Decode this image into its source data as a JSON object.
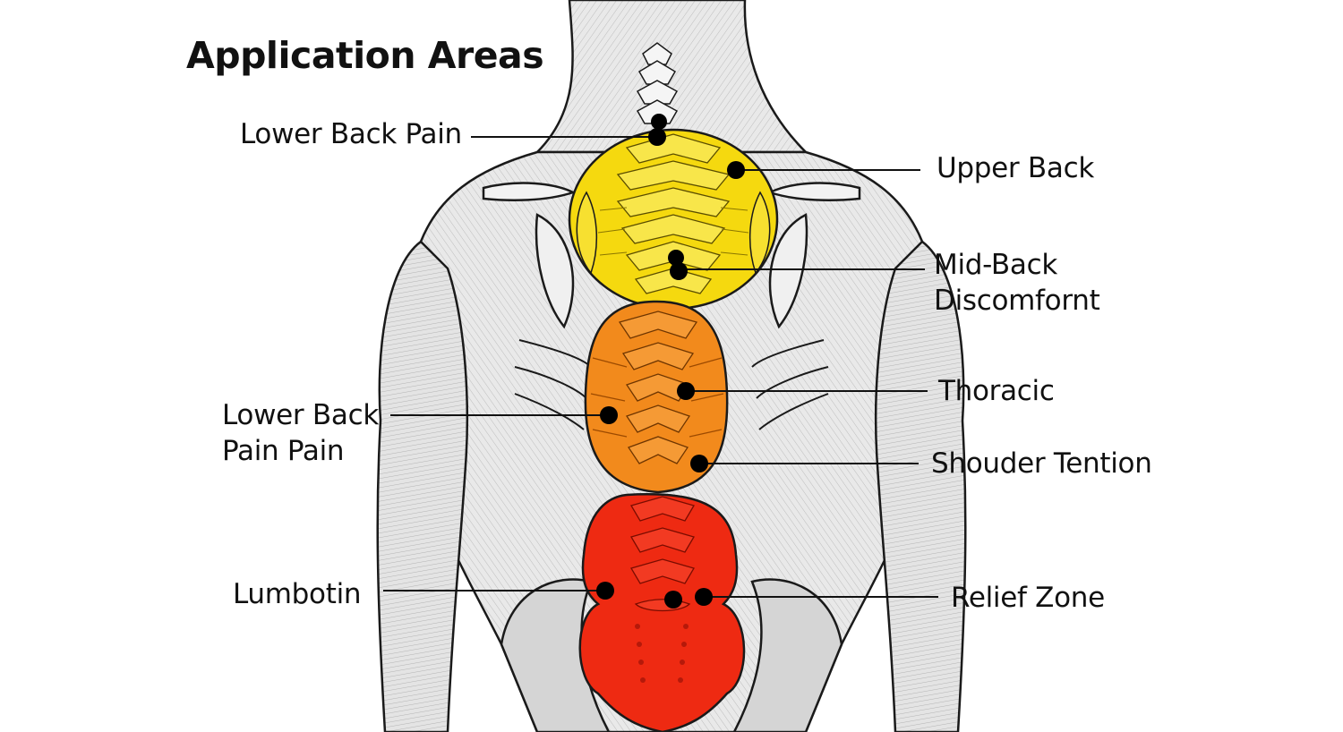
{
  "title": "Application Areas",
  "colors": {
    "upper_zone": "#f5d90f",
    "middle_zone": "#f28a1c",
    "lower_zone": "#ee2a12",
    "body_fill": "#e6e6e6",
    "outline": "#1a1a1a",
    "marker": "#000000"
  },
  "zones": [
    {
      "name": "upper-back-zone",
      "color_key": "upper_zone"
    },
    {
      "name": "thoracic-zone",
      "color_key": "middle_zone"
    },
    {
      "name": "lumbar-zone",
      "color_key": "lower_zone"
    }
  ],
  "labels": {
    "left": [
      {
        "text": "Lower Back Pain",
        "line2": ""
      },
      {
        "text": "Lower Back",
        "line2": "Pain Pain"
      },
      {
        "text": "Lumbotin",
        "line2": ""
      }
    ],
    "right": [
      {
        "text": "Upper Back",
        "line2": ""
      },
      {
        "text": "Mid-Back",
        "line2": "Discomfornt"
      },
      {
        "text": "Thoracic",
        "line2": ""
      },
      {
        "text": "Shouder Tention",
        "line2": ""
      },
      {
        "text": "Relief Zone",
        "line2": ""
      }
    ]
  }
}
